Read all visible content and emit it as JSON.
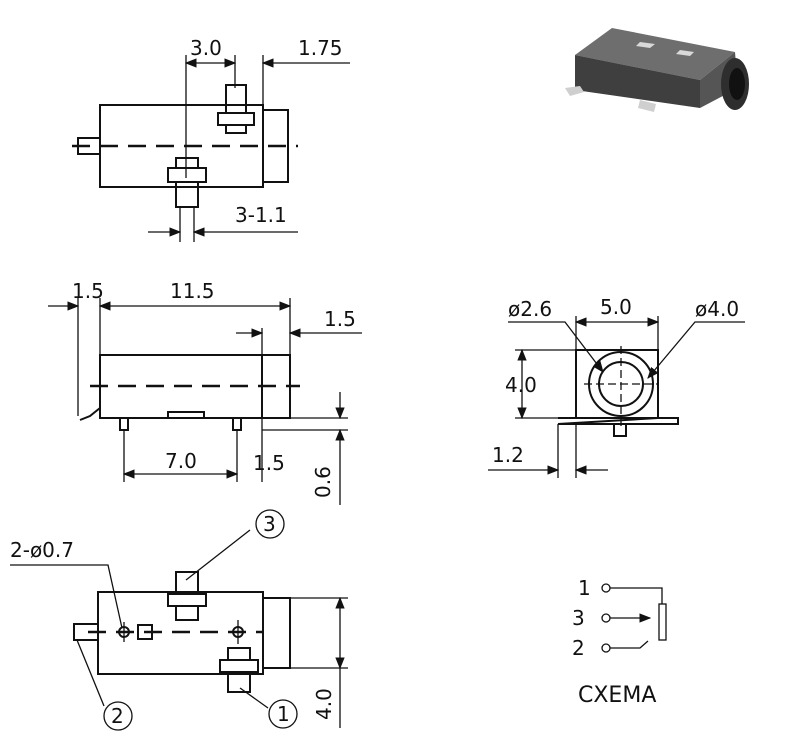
{
  "top_view": {
    "dim_width": "3.0",
    "dim_offset": "1.75",
    "dim_pin": "3-1.1"
  },
  "side_view": {
    "dim_left": "1.5",
    "dim_length": "11.5",
    "dim_right": "1.5",
    "dim_pitch": "7.0",
    "dim_edge": "1.5",
    "dim_height": "0.6"
  },
  "front_view": {
    "dim_small_hole": "ø2.6",
    "dim_width": "5.0",
    "dim_large_hole": "ø4.0",
    "dim_height": "4.0",
    "dim_foot": "1.2"
  },
  "bottom_view": {
    "dim_holes": "2-ø0.7",
    "pin_3": "3",
    "pin_2": "2",
    "pin_1": "1",
    "dim_height": "4.0"
  },
  "schematic": {
    "pin_1": "1",
    "pin_3": "3",
    "pin_2": "2",
    "title": "CXEMA"
  },
  "colors": {
    "line": "#111111",
    "component_body": "#4a4a4a",
    "component_pad": "#d9d9d9"
  },
  "photo": {
    "description_icon": "audio-jack-component-photo"
  }
}
